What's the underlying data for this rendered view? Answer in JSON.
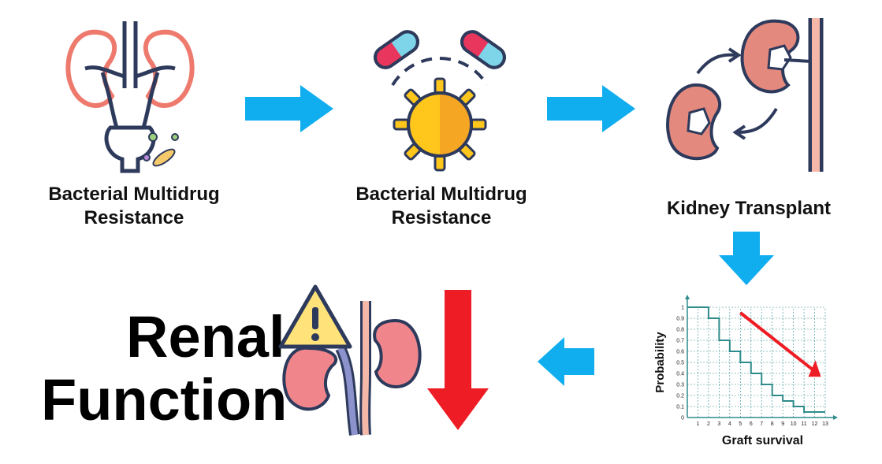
{
  "steps": [
    {
      "label_line1": "Bacterial Multidrug",
      "label_line2": "Resistance",
      "icon": "urinary-tract-bacteria-icon"
    },
    {
      "label_line1": "Bacterial Multidrug",
      "label_line2": "Resistance",
      "icon": "pills-virus-icon"
    },
    {
      "label_line1": "Kidney Transplant",
      "icon": "kidney-transplant-icon"
    }
  ],
  "outcome": {
    "line1": "Renal",
    "line2": "Function",
    "icon": "kidney-warning-icon",
    "trend": "decrease"
  },
  "graph": {
    "xlabel": "Graft survival",
    "ylabel": "Probability",
    "x_ticks": [
      "1",
      "2",
      "3",
      "4",
      "5",
      "6",
      "7",
      "8",
      "9",
      "10",
      "11",
      "12",
      "13"
    ],
    "y_ticks": [
      "0",
      "0.1",
      "0.2",
      "0.3",
      "0.4",
      "0.5",
      "0.6",
      "0.7",
      "0.8",
      "0.9",
      "1"
    ],
    "trend": "decreasing"
  },
  "colors": {
    "flow_arrow": "#11AEEF",
    "down_arrow": "#EE1C24",
    "graph_axis": "#2E8B8B",
    "kidney": "#F08A8A",
    "ureter": "#2E3A5C"
  },
  "chart_data": {
    "type": "line",
    "xlabel": "Graft survival",
    "ylabel": "Probability",
    "x": [
      0,
      2,
      3,
      4,
      5,
      6,
      7,
      8,
      9,
      10,
      11,
      12,
      13
    ],
    "values": [
      1.0,
      0.9,
      0.7,
      0.6,
      0.5,
      0.4,
      0.3,
      0.2,
      0.15,
      0.1,
      0.05,
      0.05,
      0.05
    ],
    "xlim": [
      0,
      13
    ],
    "ylim": [
      0,
      1
    ],
    "grid": true
  }
}
